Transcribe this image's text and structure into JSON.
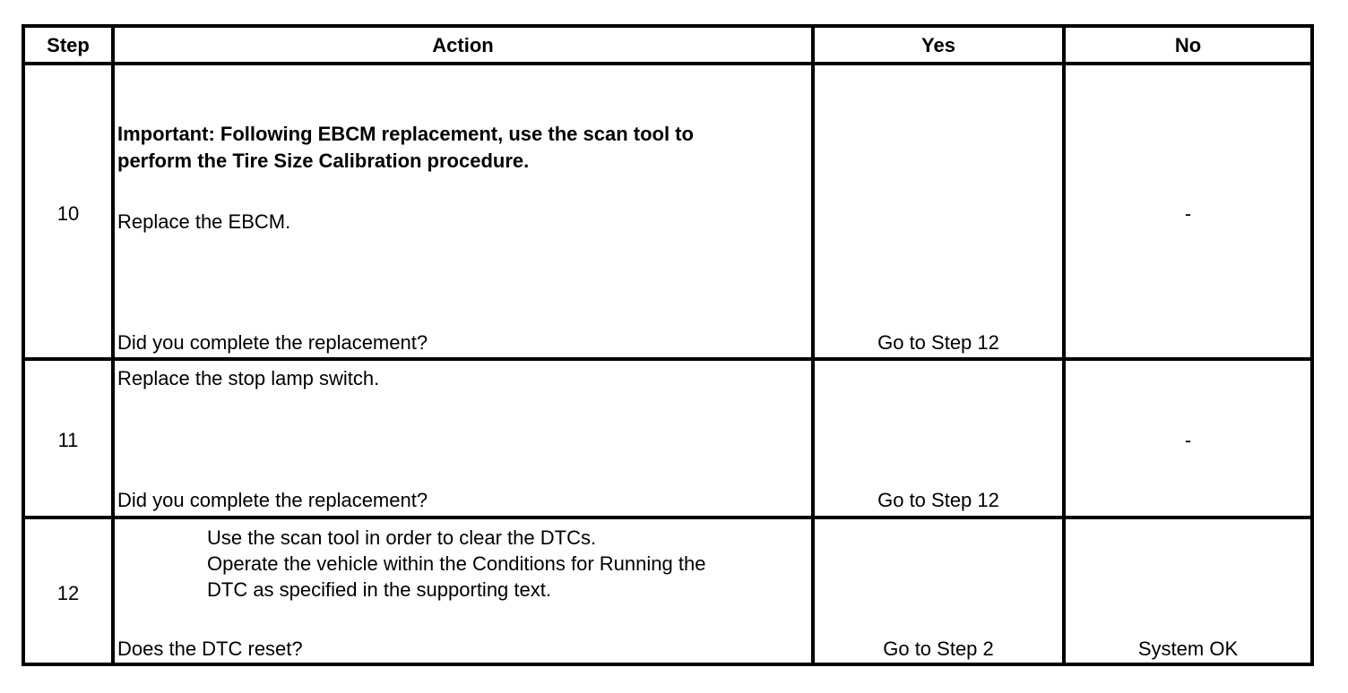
{
  "headers": {
    "step": "Step",
    "action": "Action",
    "yes": "Yes",
    "no": "No"
  },
  "rows": [
    {
      "step": "10",
      "important_line1": "Important: Following EBCM replacement, use the scan tool to",
      "important_line2": "perform the Tire Size Calibration procedure.",
      "instruction": "Replace the EBCM.",
      "question": "Did you complete the replacement?",
      "yes": "Go to Step 12",
      "no": "-"
    },
    {
      "step": "11",
      "instruction": "Replace the stop lamp switch.",
      "question": "Did you complete the replacement?",
      "yes": "Go to Step 12",
      "no": "-"
    },
    {
      "step": "12",
      "instruction_line1": "Use the scan tool in order to clear the DTCs.",
      "instruction_line2": "Operate the vehicle within the Conditions for Running the",
      "instruction_line3": "DTC as specified in the supporting text.",
      "question": "Does the DTC reset?",
      "yes": "Go to Step 2",
      "no": "System OK"
    }
  ]
}
